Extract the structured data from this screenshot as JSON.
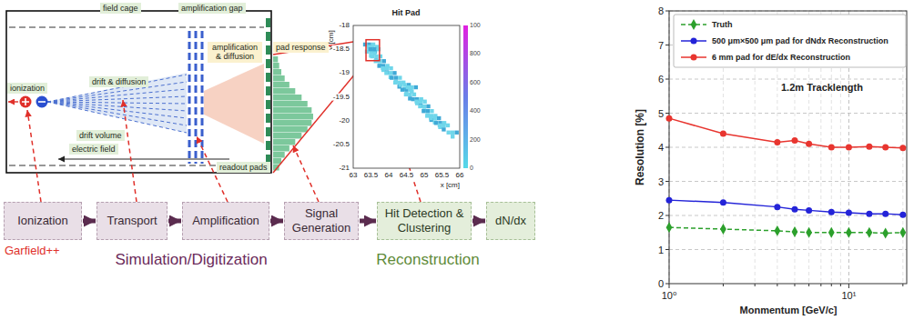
{
  "diagram": {
    "nodes": [
      {
        "text": [
          "field cage"
        ]
      },
      {
        "text": [
          "amplification gap"
        ]
      },
      {
        "text": [
          "ionization"
        ]
      },
      {
        "text": [
          "amplification & diffusion"
        ]
      },
      {
        "text": [
          "pad response"
        ]
      },
      {
        "text": [
          "drift & diffusion"
        ]
      },
      {
        "text": [
          "drift volume"
        ]
      },
      {
        "text": [
          "electric field"
        ]
      },
      {
        "text": [
          "readout pads"
        ]
      },
      {
        "text": [
          "Ionization"
        ]
      },
      {
        "text": [
          "Transport"
        ]
      },
      {
        "text": [
          "Amplification"
        ]
      },
      {
        "text": [
          "Signal Generation"
        ]
      },
      {
        "text": [
          "Hit Detection & Clustering"
        ]
      },
      {
        "text": [
          "dN/dx"
        ]
      }
    ],
    "edges": [
      {
        "from": 9,
        "to": 10,
        "arrow": "to"
      },
      {
        "from": 10,
        "to": 11,
        "arrow": "to"
      },
      {
        "from": 11,
        "to": 12,
        "arrow": "to"
      },
      {
        "from": 12,
        "to": 13,
        "arrow": "to"
      },
      {
        "from": 13,
        "to": 14,
        "arrow": "to"
      }
    ],
    "labels": [
      "Garfield++",
      "Simulation/Digitization",
      "Reconstruction",
      "Hit Pad",
      "y [cm]",
      "-18",
      "-18.5",
      "-19",
      "-19.5",
      "-20",
      "-20.5",
      "-21",
      "x [cm]",
      "63",
      "63.5",
      "64",
      "64.5",
      "65",
      "65.5",
      "66",
      "100",
      "800",
      "600",
      "400",
      "200",
      "0",
      "Resolution [%]",
      "0",
      "1",
      "2",
      "3",
      "4",
      "5",
      "6",
      "7",
      "8",
      "10⁰",
      "10¹",
      "Monmentum [GeV/c]",
      "1.2m Tracklength"
    ],
    "legend": [
      {
        "text": "Truth"
      },
      {
        "text": "500 μm×500 μm pad for dNdx Reconstruction"
      },
      {
        "text": "6 mm pad for dE/dx Reconstruction"
      }
    ]
  }
}
